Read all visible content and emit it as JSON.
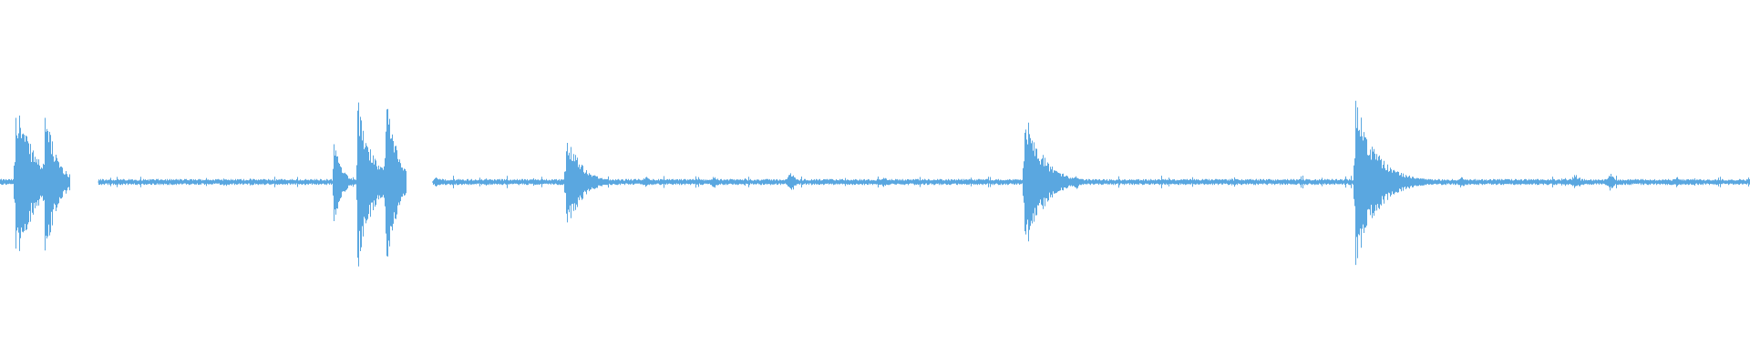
{
  "waveform": {
    "color": "#5aa7e0",
    "background": "#ffffff",
    "baseline_amplitude": 0.012,
    "segments": [
      {
        "start": 0.0,
        "end": 0.04
      },
      {
        "start": 0.056,
        "end": 0.232
      },
      {
        "start": 0.247,
        "end": 1.0
      }
    ],
    "peaks": [
      {
        "t": 0.0085,
        "up": 0.5,
        "down": 0.52,
        "decay": 0.01
      },
      {
        "t": 0.0255,
        "up": 0.45,
        "down": 0.48,
        "decay": 0.006
      },
      {
        "t": 0.1905,
        "up": 0.27,
        "down": 0.28,
        "decay": 0.004
      },
      {
        "t": 0.204,
        "up": 0.48,
        "down": 0.51,
        "decay": 0.008
      },
      {
        "t": 0.22,
        "up": 0.49,
        "down": 0.5,
        "decay": 0.007
      },
      {
        "t": 0.248,
        "up": 0.04,
        "down": 0.04,
        "decay": 0.004
      },
      {
        "t": 0.323,
        "up": 0.31,
        "down": 0.32,
        "decay": 0.008
      },
      {
        "t": 0.585,
        "up": 0.44,
        "down": 0.44,
        "decay": 0.01
      },
      {
        "t": 0.774,
        "up": 0.48,
        "down": 0.49,
        "decay": 0.012
      }
    ],
    "bumps": [
      {
        "t": 0.129,
        "a": 0.025
      },
      {
        "t": 0.369,
        "a": 0.03
      },
      {
        "t": 0.408,
        "a": 0.035
      },
      {
        "t": 0.452,
        "a": 0.06
      },
      {
        "t": 0.505,
        "a": 0.03
      },
      {
        "t": 0.615,
        "a": 0.04
      },
      {
        "t": 0.835,
        "a": 0.035
      },
      {
        "t": 0.9,
        "a": 0.045
      },
      {
        "t": 0.92,
        "a": 0.05
      },
      {
        "t": 0.958,
        "a": 0.03
      }
    ]
  }
}
